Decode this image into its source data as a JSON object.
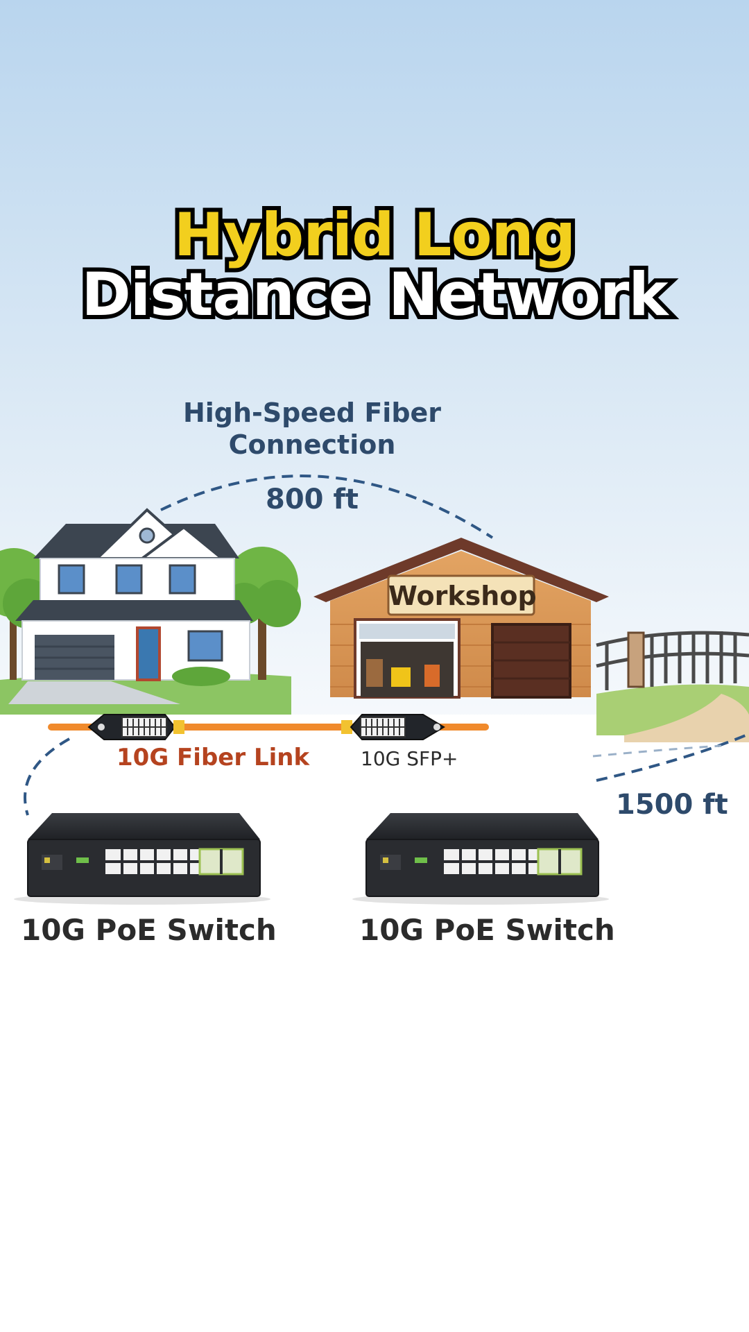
{
  "title": {
    "line1": "Hybrid Long",
    "line2": "Distance Network"
  },
  "fiber_connection": {
    "label_line1": "High-Speed Fiber",
    "label_line2": "Connection",
    "distance": "800 ft"
  },
  "workshop": {
    "sign": "Workshop"
  },
  "link": {
    "fiber_link_label": "10G Fiber Link",
    "sfp_label": "10G SFP+",
    "far_distance": "1500 ft"
  },
  "switches": [
    {
      "label": "10G PoE Switch"
    },
    {
      "label": "10G PoE Switch"
    }
  ],
  "colors": {
    "title_yellow": "#f2cf1e",
    "label_blue": "#2e4a6b",
    "fiber_orange": "#f08a2c",
    "fiber_label_red": "#b5431f"
  }
}
